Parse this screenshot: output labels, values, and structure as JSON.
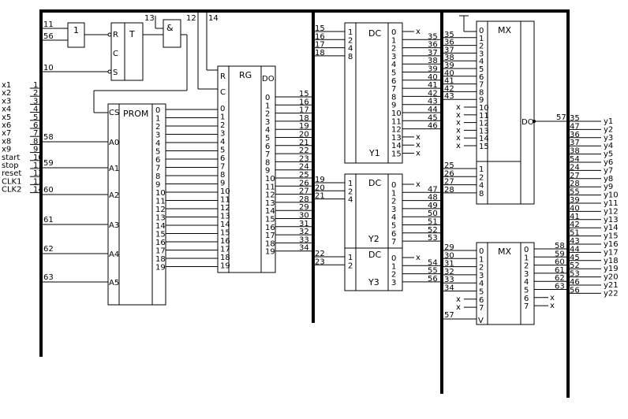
{
  "inputs": [
    "x1",
    "x2",
    "x3",
    "x4",
    "x5",
    "x6",
    "x7",
    "x8",
    "x9",
    "start",
    "stop",
    "reset",
    "CLK1",
    "CLK2"
  ],
  "input_wires": [
    "1",
    "2",
    "3",
    "4",
    "5",
    "6",
    "7",
    "8",
    "9",
    "10",
    "11",
    "12",
    "13",
    "14"
  ],
  "ctrl": {
    "or_label": "1",
    "or_in1": "11",
    "or_in2": "56",
    "t_label": "T",
    "t_r": "R",
    "t_c": "C",
    "t_s": "S",
    "t_s_wire": "10",
    "and_label": "&",
    "and_in": "13",
    "w12": "12",
    "w14": "14"
  },
  "prom": {
    "title": "PROM",
    "cs": "CS",
    "addr": [
      "A0",
      "A1",
      "A2",
      "A3",
      "A4",
      "A5"
    ],
    "addr_wires": [
      "58",
      "59",
      "60",
      "61",
      "62",
      "63"
    ],
    "outs": [
      "0",
      "1",
      "2",
      "3",
      "4",
      "5",
      "6",
      "7",
      "8",
      "9",
      "10",
      "11",
      "12",
      "13",
      "14",
      "15",
      "16",
      "17",
      "18",
      "19"
    ]
  },
  "rg": {
    "title": "RG",
    "r": "R",
    "c": "C",
    "do": "DO",
    "ins": [
      "0",
      "1",
      "2",
      "3",
      "4",
      "5",
      "6",
      "7",
      "8",
      "9",
      "10",
      "11",
      "12",
      "13",
      "14",
      "15",
      "16",
      "17",
      "18",
      "19"
    ],
    "outs": [
      "0",
      "1",
      "2",
      "3",
      "4",
      "5",
      "6",
      "7",
      "8",
      "9",
      "10",
      "11",
      "12",
      "13",
      "14",
      "15",
      "16",
      "17",
      "18",
      "19"
    ],
    "out_wires": [
      "15",
      "16",
      "17",
      "18",
      "19",
      "20",
      "21",
      "22",
      "23",
      "24",
      "25",
      "26",
      "27",
      "28",
      "29",
      "30",
      "31",
      "32",
      "33",
      "34"
    ]
  },
  "dc1": {
    "title": "DC",
    "name": "Y1",
    "in_wires": [
      "15",
      "16",
      "17",
      "18"
    ],
    "in_weights": [
      "1",
      "2",
      "4",
      "8"
    ],
    "outs": [
      "0",
      "1",
      "2",
      "3",
      "4",
      "5",
      "6",
      "7",
      "8",
      "9",
      "10",
      "11",
      "12",
      "13",
      "14",
      "15"
    ],
    "out_wires": [
      "x",
      "35",
      "36",
      "37",
      "38",
      "39",
      "40",
      "41",
      "42",
      "43",
      "44",
      "45",
      "46",
      "x",
      "x",
      "x"
    ]
  },
  "dc2": {
    "title": "DC",
    "name": "Y2",
    "in_wires": [
      "19",
      "20",
      "21"
    ],
    "in_weights": [
      "1",
      "2",
      "4"
    ],
    "outs": [
      "0",
      "1",
      "2",
      "3",
      "4",
      "5",
      "6",
      "7"
    ],
    "out_wires": [
      "x",
      "47",
      "48",
      "49",
      "50",
      "51",
      "52",
      "53"
    ]
  },
  "dc3": {
    "title": "DC",
    "name": "Y3",
    "in_wires": [
      "22",
      "23"
    ],
    "in_weights": [
      "1",
      "2"
    ],
    "outs": [
      "0",
      "1",
      "2",
      "3"
    ],
    "out_wires": [
      "x",
      "54",
      "55",
      "56"
    ]
  },
  "mx1": {
    "title": "MX",
    "do": "DO",
    "do_wire": "57",
    "data_pins": [
      "0",
      "1",
      "2",
      "3",
      "4",
      "5",
      "6",
      "7",
      "8",
      "9",
      "10",
      "11",
      "12",
      "13",
      "14",
      "15"
    ],
    "data_wires": [
      "",
      "35",
      "36",
      "37",
      "38",
      "39",
      "40",
      "41",
      "42",
      "43",
      "x",
      "x",
      "x",
      "x",
      "x",
      "x"
    ],
    "sel_pins": [
      "1",
      "2",
      "4",
      "8"
    ],
    "sel_wires": [
      "25",
      "26",
      "27",
      "28"
    ]
  },
  "mx2": {
    "title": "MX",
    "v": "V",
    "v_wire": "57",
    "in_pins": [
      "0",
      "1",
      "2",
      "3",
      "4",
      "5",
      "6",
      "7"
    ],
    "in_wires": [
      "29",
      "30",
      "31",
      "32",
      "33",
      "34",
      "x",
      "x"
    ],
    "out_pins": [
      "0",
      "1",
      "2",
      "3",
      "4",
      "5",
      "6",
      "7"
    ],
    "out_wires": [
      "58",
      "59",
      "60",
      "61",
      "62",
      "63",
      "x",
      "x"
    ]
  },
  "outputs": {
    "wires": [
      "35",
      "47",
      "36",
      "37",
      "38",
      "54",
      "24",
      "27",
      "28",
      "55",
      "39",
      "40",
      "41",
      "42",
      "51",
      "43",
      "44",
      "45",
      "52",
      "53",
      "46",
      "56"
    ],
    "names": [
      "y1",
      "y2",
      "y3",
      "y4",
      "y5",
      "y6",
      "y7",
      "y8",
      "y9",
      "y10",
      "y11",
      "y12",
      "y13",
      "y14",
      "y15",
      "y16",
      "y17",
      "y18",
      "y19",
      "y20",
      "y21",
      "y22"
    ]
  }
}
